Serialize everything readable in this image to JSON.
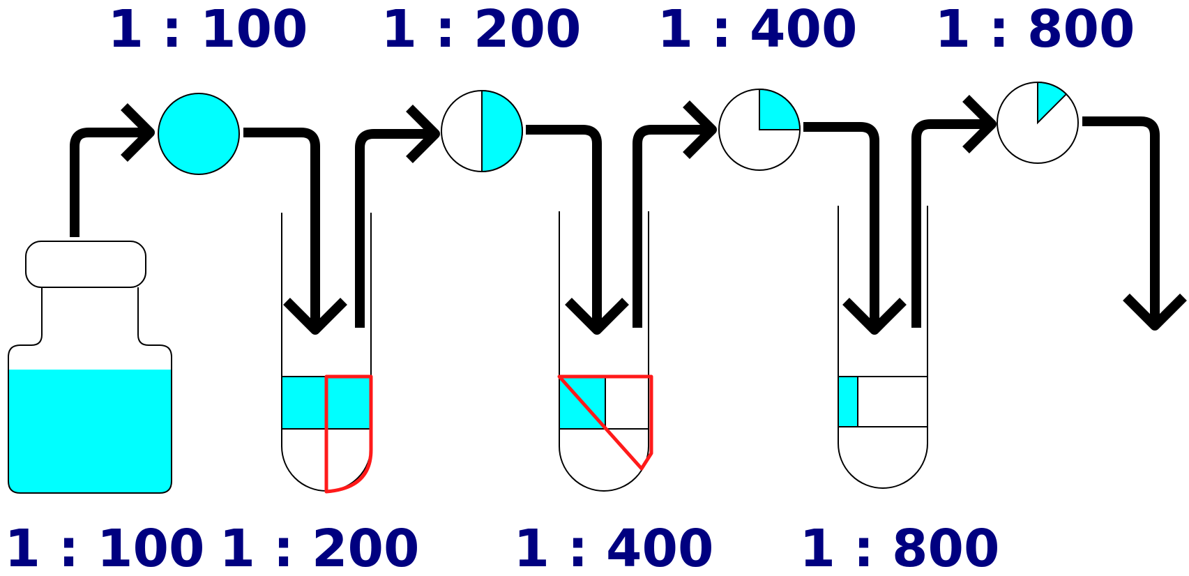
{
  "top_labels": [
    "1 : 100",
    "1 : 200",
    "1 : 400",
    "1 : 800"
  ],
  "bottom_labels": [
    "1 : 100",
    "1 : 200",
    "1 : 400",
    "1 : 800"
  ],
  "circle_fill_fractions": [
    1,
    0.5,
    0.25,
    0.125
  ],
  "tube_fill_fractions": [
    0.5,
    0.25,
    0.125
  ],
  "colors": {
    "liquid": "#00ffff",
    "label": "#000080",
    "arrow": "#000000",
    "highlight": "#ff1a1a"
  }
}
